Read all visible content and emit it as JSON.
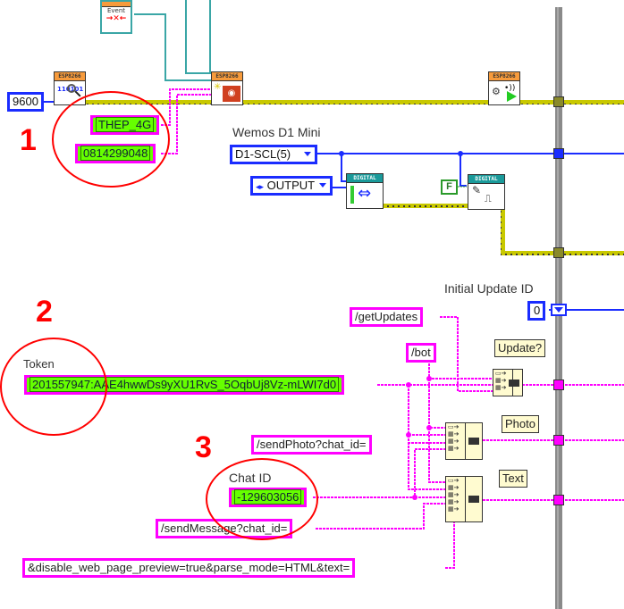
{
  "annotations": [
    {
      "number": "1",
      "target": "wifi-credentials"
    },
    {
      "number": "2",
      "target": "token"
    },
    {
      "number": "3",
      "target": "chat-id"
    }
  ],
  "wifi": {
    "ssid": "THEP_4G",
    "password": "0814299048"
  },
  "serial": {
    "baud_rate": "9600"
  },
  "subvis": {
    "esp_header": "ESP8266",
    "event_label": "Event",
    "digital_header": "DIGITAL"
  },
  "board": {
    "label": "Wemos D1 Mini",
    "pin": "D1-SCL(5)",
    "mode": "OUTPUT",
    "bool_const": "F"
  },
  "update": {
    "label": "Initial Update ID",
    "value": "0"
  },
  "telegram": {
    "token_label": "Token",
    "token": "201557947:AAE4hwwDs9yXU1RvS_5OqbUj8Vz-mLWI7d0",
    "chat_id_label": "Chat ID",
    "chat_id": "-129603056",
    "get_updates": "/getUpdates",
    "bot": "/bot",
    "send_photo": "/sendPhoto?chat_id=",
    "send_message": "/sendMessage?chat_id=",
    "text_params": "&disable_web_page_preview=true&parse_mode=HTML&text="
  },
  "outputs": {
    "update_tag": "Update?",
    "photo_tag": "Photo",
    "text_tag": "Text"
  },
  "colors": {
    "string_wire": "#ff00ff",
    "numeric_wire": "#1a2cff",
    "error_wire": "#c8c800",
    "ref_wire": "#3aa6a6",
    "annotation": "#ff0000",
    "string_fill": "#66ff00"
  }
}
